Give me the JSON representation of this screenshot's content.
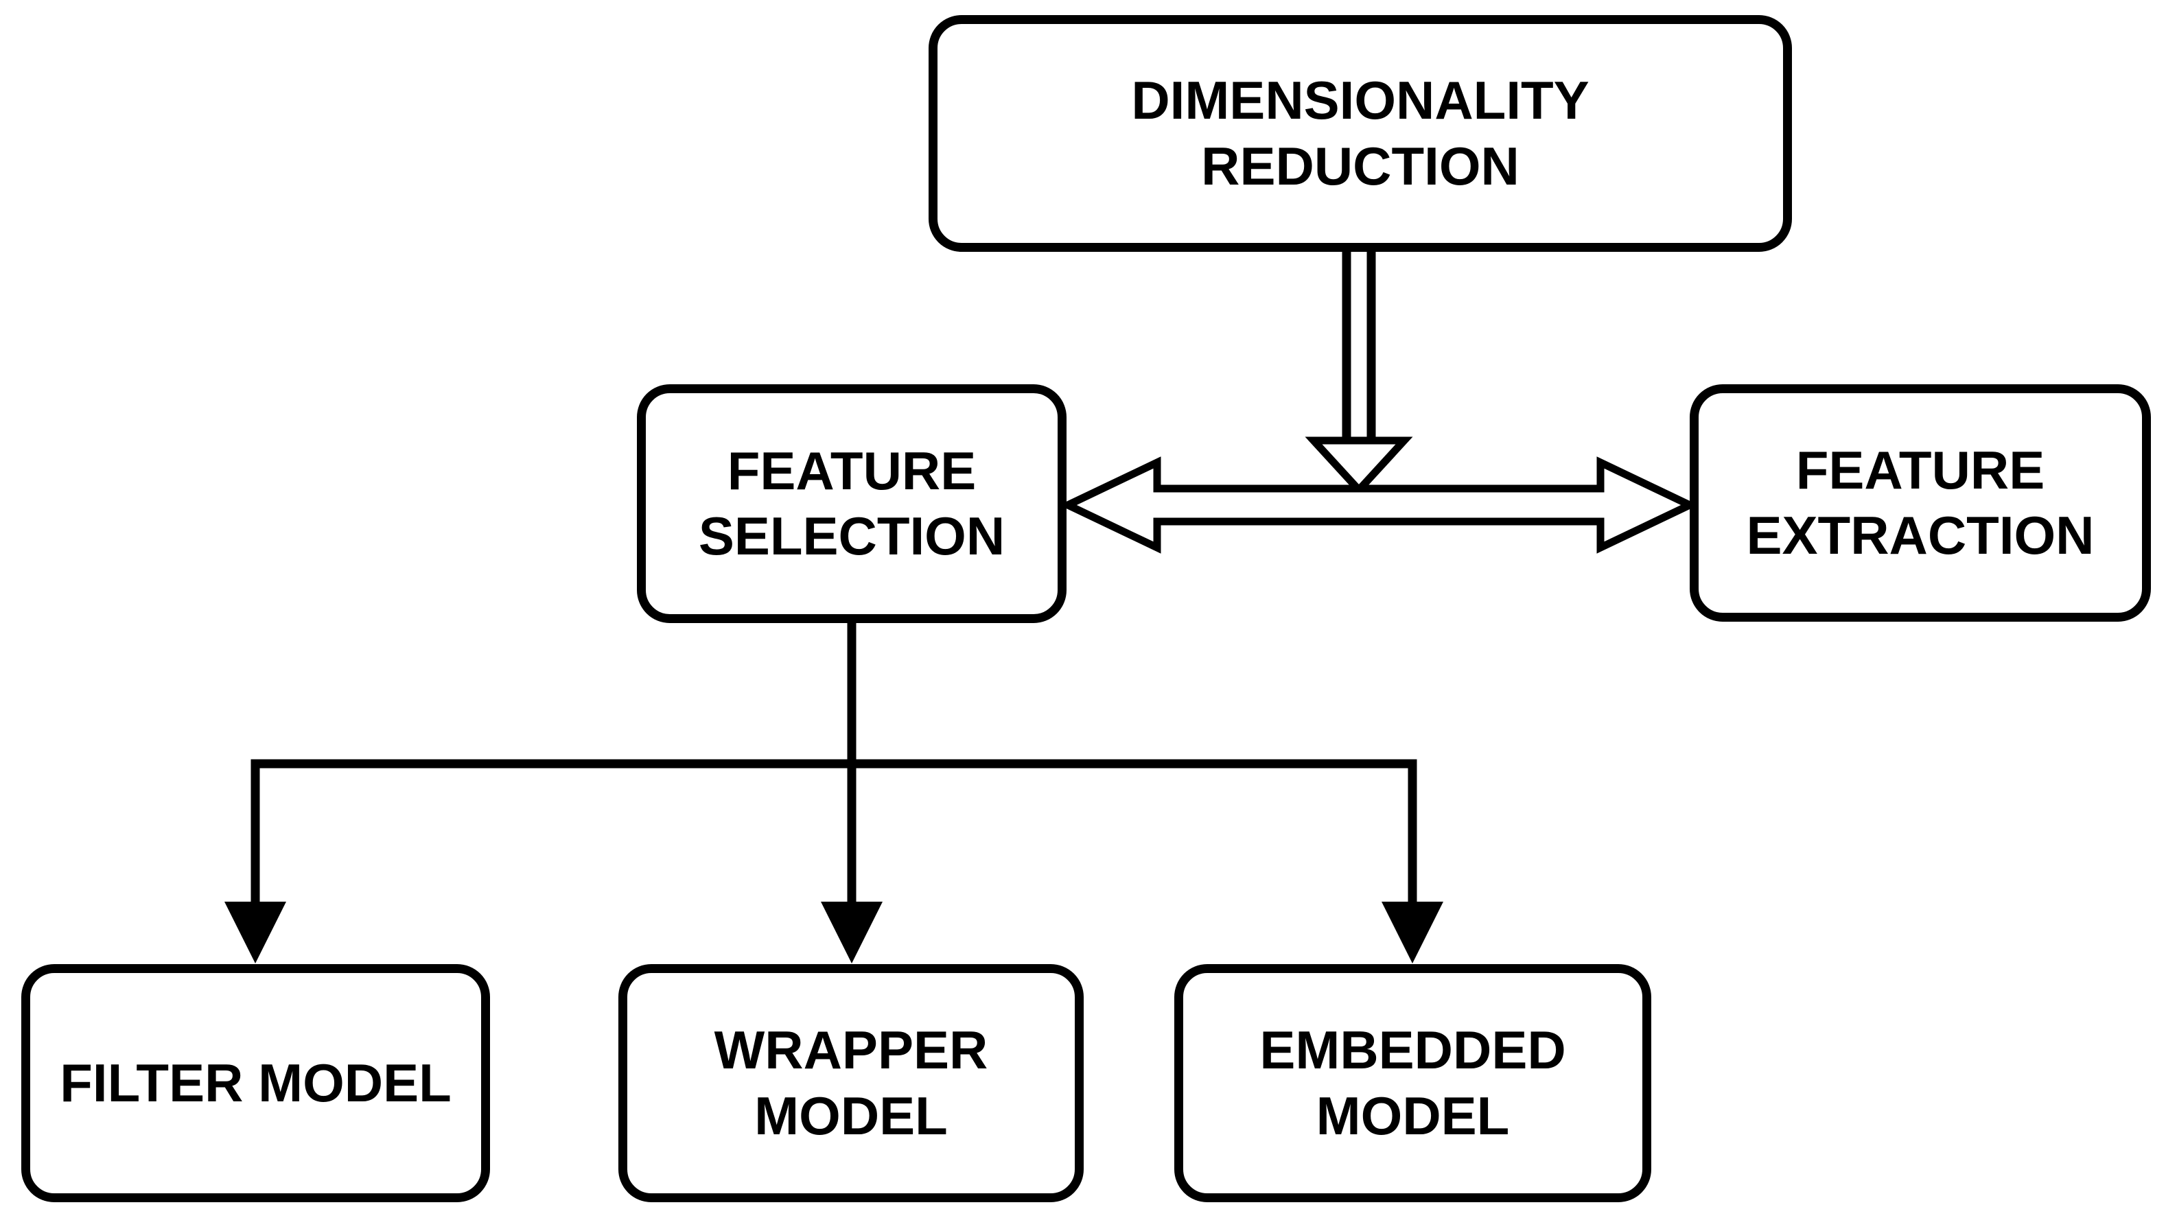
{
  "diagram": {
    "title": "Dimensionality reduction taxonomy flowchart",
    "colors": {
      "background": "#ffffff",
      "box_fill": "#ffffff",
      "line": "#000000",
      "text": "#000000"
    },
    "nodes": {
      "dimensionality_reduction": {
        "line1": "DIMENSIONALITY",
        "line2": "REDUCTION"
      },
      "feature_selection": {
        "line1": "FEATURE",
        "line2": "SELECTION"
      },
      "feature_extraction": {
        "line1": "FEATURE",
        "line2": "EXTRACTION"
      },
      "filter_model": {
        "line1": "FILTER MODEL"
      },
      "wrapper_model": {
        "line1": "WRAPPER",
        "line2": "MODEL"
      },
      "embedded_model": {
        "line1": "EMBEDDED",
        "line2": "MODEL"
      }
    },
    "edges": [
      {
        "from": "DIMENSIONALITY REDUCTION",
        "to": "FEATURE SELECTION / FEATURE EXTRACTION split",
        "style": "hollow outline arrow, downward"
      },
      {
        "from": "FEATURE SELECTION",
        "to": "FEATURE EXTRACTION",
        "style": "hollow outline double-headed horizontal arrow"
      },
      {
        "from": "FEATURE SELECTION",
        "to": "FILTER MODEL",
        "style": "solid line with filled arrowhead"
      },
      {
        "from": "FEATURE SELECTION",
        "to": "WRAPPER MODEL",
        "style": "solid line with filled arrowhead"
      },
      {
        "from": "FEATURE SELECTION",
        "to": "EMBEDDED MODEL",
        "style": "solid line with filled arrowhead"
      }
    ]
  }
}
